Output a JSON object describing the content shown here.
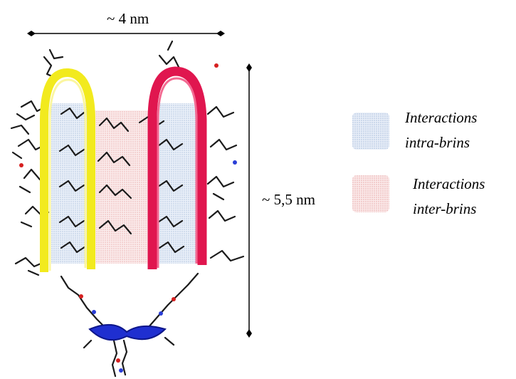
{
  "annotations": {
    "width_label": "~ 4 nm",
    "height_label": "~ 5,5 nm"
  },
  "legend": {
    "items": [
      {
        "line1": "Interactions",
        "line2": "intra-brins",
        "color": "#d6e2f2"
      },
      {
        "line1": "Interactions",
        "line2": "inter-brins",
        "color": "#f3cfcf"
      }
    ]
  },
  "colors": {
    "strand_left": "#f2ea1e",
    "strand_right": "#e0164f",
    "turn_bottom": "#1f2fd0",
    "intra_region": "#d6e2f2",
    "inter_region": "#f3cfcf",
    "molecule": "#1b1b1b"
  }
}
